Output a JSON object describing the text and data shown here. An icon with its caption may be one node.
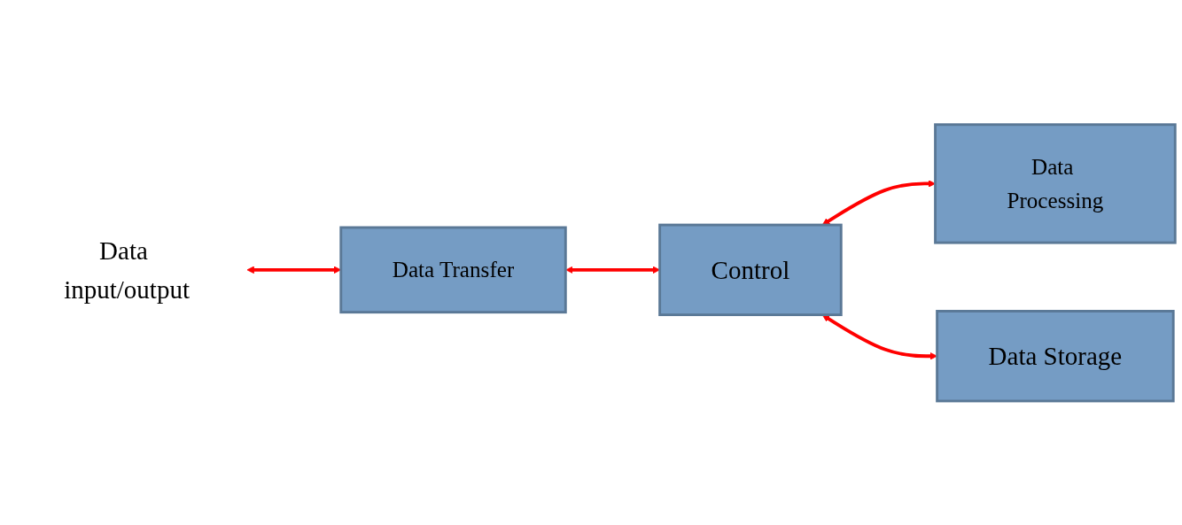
{
  "diagram": {
    "nodes": [
      {
        "text": [
          "Data input/output"
        ]
      },
      {
        "text": [
          "Data Transfer"
        ]
      },
      {
        "text": [
          "Control"
        ]
      },
      {
        "text": [
          "Data Processing"
        ]
      },
      {
        "text": [
          "Data Storage"
        ]
      }
    ],
    "edges": [
      {
        "from": 0,
        "to": 1,
        "arrow": "both"
      },
      {
        "from": 1,
        "to": 2,
        "arrow": "both"
      },
      {
        "from": 2,
        "to": 3,
        "arrow": "both"
      },
      {
        "from": 2,
        "to": 4,
        "arrow": "both"
      }
    ]
  }
}
